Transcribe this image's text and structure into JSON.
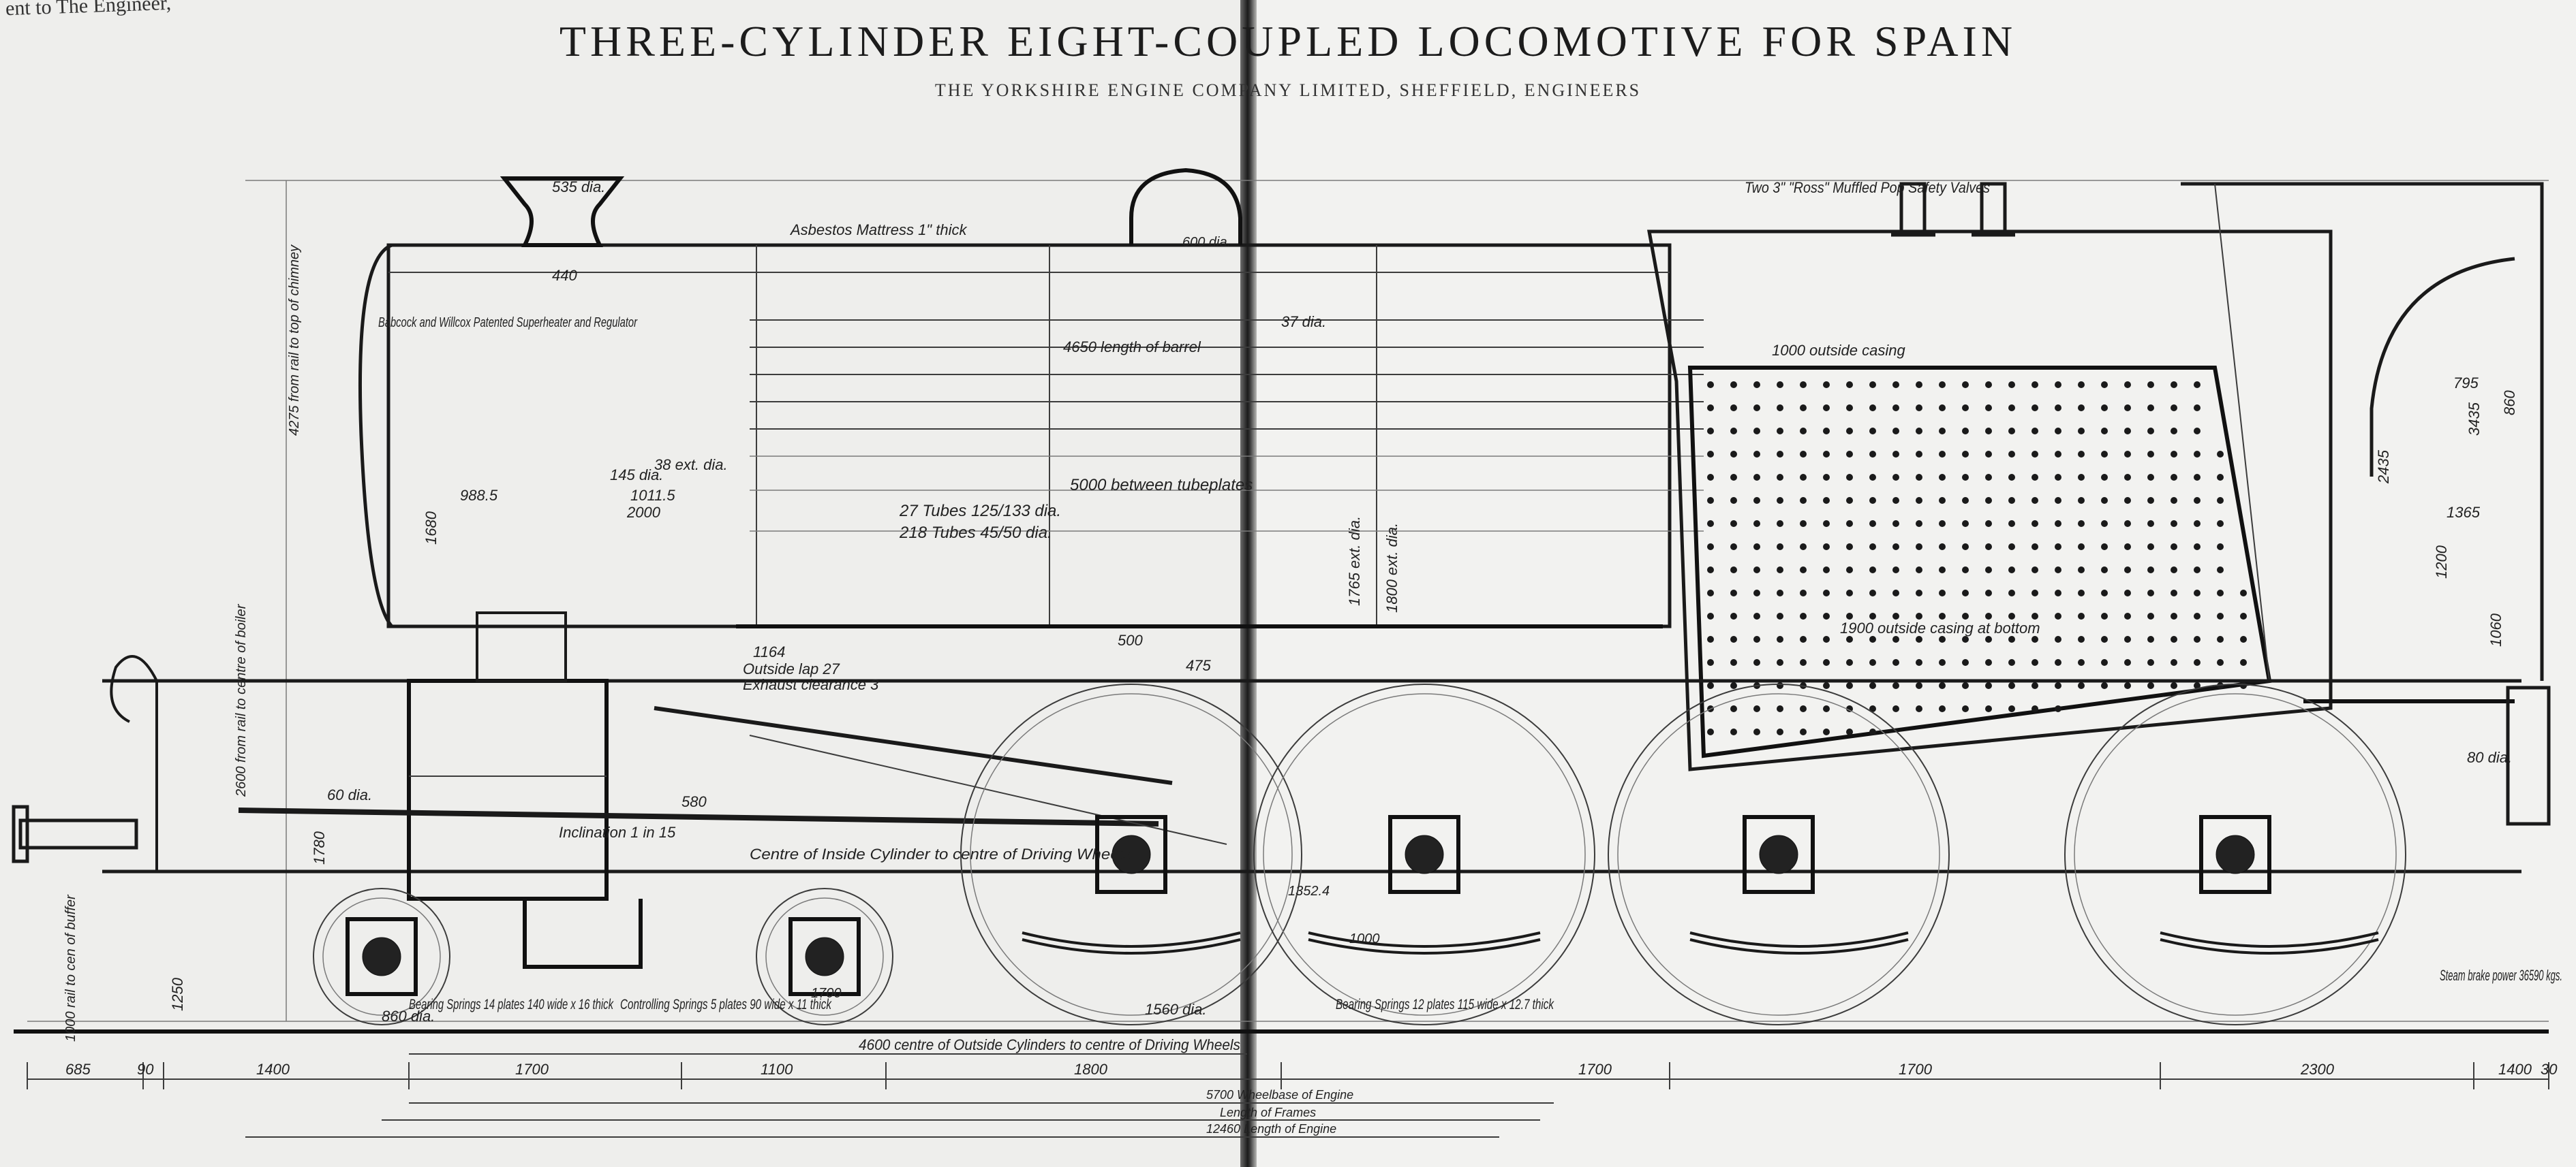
{
  "header": {
    "running_head": "ent to The Engineer,",
    "title": "THREE-CYLINDER EIGHT-COUPLED LOCOMOTIVE FOR SPAIN",
    "subtitle": "THE YORKSHIRE ENGINE COMPANY LIMITED, SHEFFIELD, ENGINEERS"
  },
  "callouts": {
    "chimney_dia": "535 dia.",
    "asbestos": "Asbestos Mattress 1\" thick",
    "superheater": "Babcock and Willcox Patented Superheater and Regulator",
    "safety_valves": "Two 3\" \"Ross\" Muffled Pop Safety Valves",
    "tubes_large": "27 Tubes 125/133 dia.",
    "tubes_small": "218 Tubes 45/50 dia.",
    "between_tubeplates": "5000 between tubeplates",
    "length_of_barrel": "4650 length of barrel",
    "outside_casing": "1000 outside casing",
    "firebox": "1900 outside casing at bottom",
    "outside_lap": "Outside lap 27",
    "exhaust": "Exhaust clearance 3",
    "inclination": "Inclination 1 in 15",
    "cylinder_line": "Centre of Inside Cylinder to centre of Driving Wheels",
    "bearing_springs_front": "Bearing Springs 14 plates 140 wide x 16 thick",
    "controlling_springs": "Controlling Springs 5 plates 90 wide x 11 thick",
    "bearing_springs_main": "Bearing Springs 12 plates 115 wide x 12.7 thick",
    "steam_brake": "Steam brake power 36590 kgs.",
    "wheel_dia": "1560 dia.",
    "bogie_wheel_dia": "860 dia.",
    "ext_dia": "1765 ext. dia.",
    "ext_dia2": "1800 ext. dia.",
    "dim_37": "37 dia.",
    "dim_500": "500",
    "dim_475": "475",
    "dim_2000": "2000",
    "dim_1011": "1011.5",
    "dim_988": "988.5",
    "dim_145": "145 dia.",
    "dim_38": "38 ext. dia.",
    "dim_440": "440",
    "dim_600": "600 dia.",
    "dim_1680": "1680",
    "dim_1780": "1780",
    "dim_1250": "1250",
    "dim_1000": "1000",
    "dim_1700_wheel": "1700",
    "dim_1352": "1352.4",
    "dim_1164": "1164",
    "dim_580": "580",
    "dim_60": "60 dia.",
    "dim_80": "80 dia.",
    "dim_1365": "1365",
    "dim_795": "795",
    "dim_3435": "3435",
    "dim_860": "860",
    "dim_1200": "1200",
    "dim_1060": "1060",
    "dim_2435": "2435"
  },
  "vertical_dims": {
    "chimney": "4275 from rail to top of chimney",
    "boiler": "2600 from rail to centre of boiler",
    "buffer": "1000 rail to cen of buffer"
  },
  "dimension_line": {
    "main_label": "4600 centre of Outside Cylinders to centre of Driving Wheels",
    "bottom_segments": [
      "685",
      "90",
      "1400",
      "1700",
      "1100",
      "1800",
      "1700",
      "1700",
      "2300",
      "1400",
      "30"
    ],
    "wheelbase": "5700 Wheelbase of Engine",
    "frames": "Length of Frames",
    "overall": "12460 Length of Engine"
  }
}
